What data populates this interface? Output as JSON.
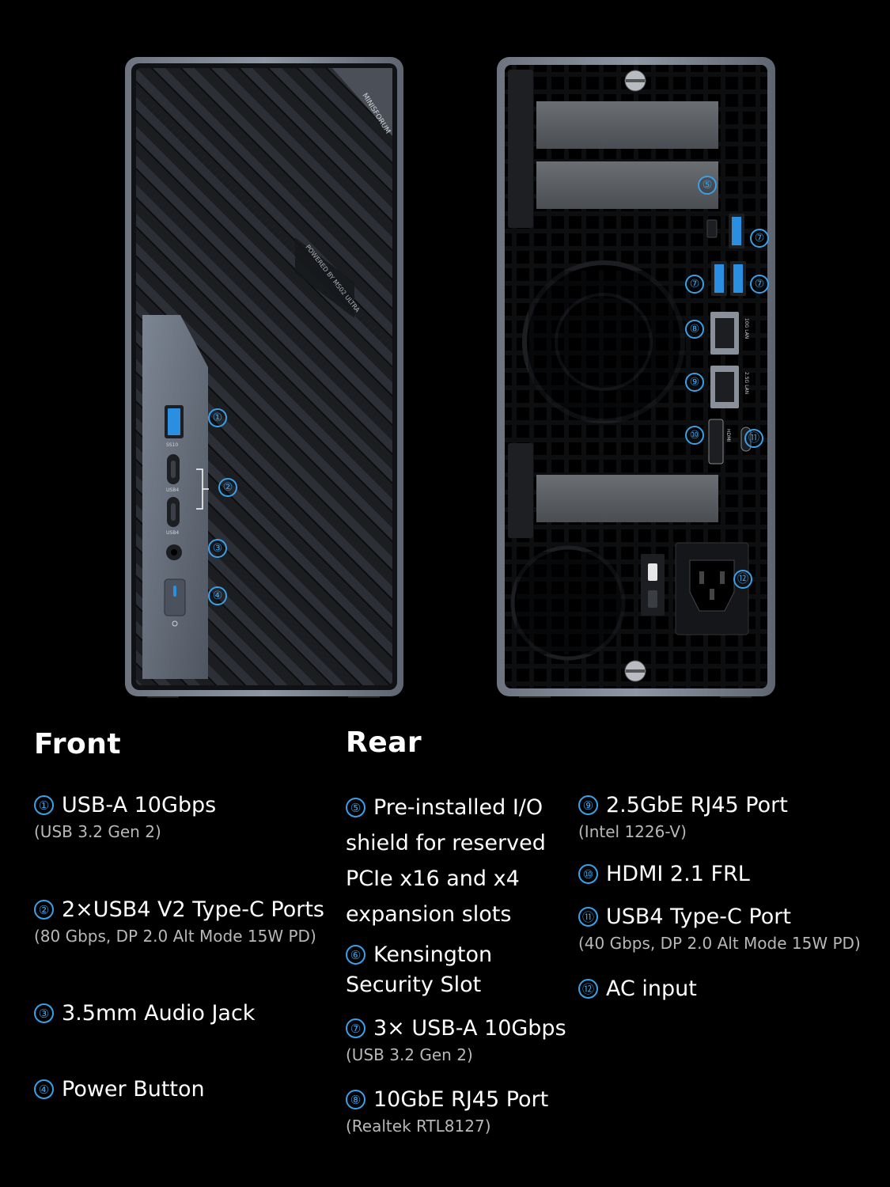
{
  "images": {
    "front_brand": "MINISFORUM",
    "front_powered": "POWERED BY MS02 ULTRA",
    "front_usb_a_label": "SS10",
    "front_usbc_label": "USB4",
    "rear_port_labels": [
      "10G LAN",
      "2.5G LAN",
      "HDMI"
    ]
  },
  "callouts": {
    "front": [
      "①",
      "②",
      "③",
      "④"
    ],
    "rear": [
      "⑤",
      "⑦",
      "⑦",
      "⑦",
      "⑧",
      "⑨",
      "⑩",
      "⑪",
      "⑫"
    ]
  },
  "front": {
    "heading": "Front",
    "items": [
      {
        "badge": "①",
        "title": "USB-A 10Gbps",
        "sub": "(USB 3.2 Gen 2)"
      },
      {
        "badge": "②",
        "title": "2×USB4 V2 Type-C Ports",
        "sub": "(80 Gbps, DP 2.0 Alt Mode 15W PD)"
      },
      {
        "badge": "③",
        "title": "3.5mm Audio Jack",
        "sub": ""
      },
      {
        "badge": "④",
        "title": "Power Button",
        "sub": ""
      }
    ]
  },
  "rear": {
    "heading": "Rear",
    "col1": [
      {
        "badge": "⑤",
        "title_lines": [
          "Pre-installed I/O",
          "shield for reserved",
          "PCIe x16 and x4",
          "expansion slots"
        ],
        "sub": ""
      },
      {
        "badge": "⑥",
        "title_lines": [
          "Kensington",
          "Security Slot"
        ],
        "sub": ""
      },
      {
        "badge": "⑦",
        "title_lines": [
          "3× USB-A 10Gbps"
        ],
        "sub": "(USB 3.2 Gen 2)"
      },
      {
        "badge": "⑧",
        "title_lines": [
          "10GbE RJ45 Port"
        ],
        "sub": "(Realtek RTL8127)"
      }
    ],
    "col2": [
      {
        "badge": "⑨",
        "title": "2.5GbE RJ45 Port",
        "sub": "(Intel 1226-V)"
      },
      {
        "badge": "⑩",
        "title": "HDMI 2.1 FRL",
        "sub": ""
      },
      {
        "badge": "⑪",
        "title": "USB4 Type-C Port",
        "sub": "(40 Gbps, DP 2.0 Alt Mode 15W PD)"
      },
      {
        "badge": "⑫",
        "title": "AC input",
        "sub": ""
      }
    ]
  }
}
